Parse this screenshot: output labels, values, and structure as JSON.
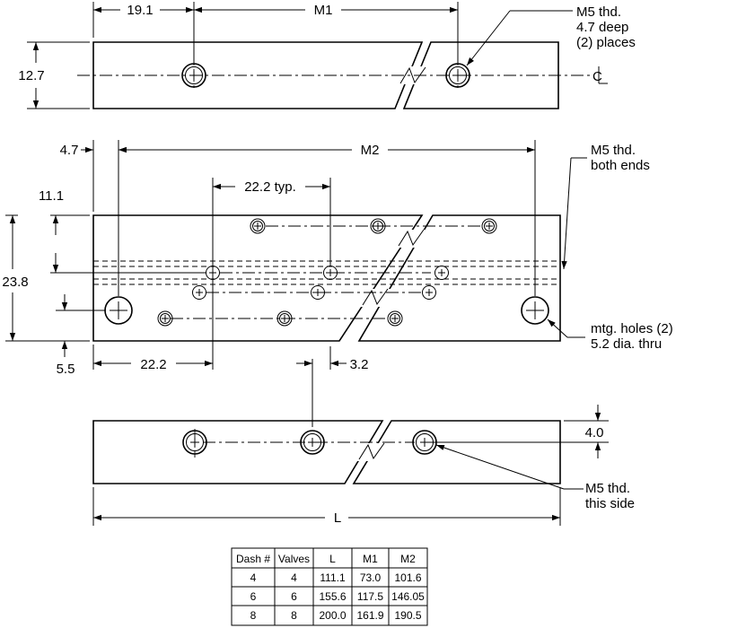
{
  "top_view": {
    "dim_left_offset": "19.1",
    "dim_hole_spacing": "M1",
    "dim_height": "12.7",
    "centerline_symbol": "C",
    "callout": [
      "M5 thd.",
      "4.7 deep",
      "(2) places"
    ]
  },
  "front_view": {
    "dim_end_offset": "4.7",
    "dim_mount_spacing": "M2",
    "dim_row_offset": "11.1",
    "dim_pitch": "22.2 typ.",
    "dim_height": "23.8",
    "dim_bottom_offset": "5.5",
    "dim_first_hole": "22.2",
    "dim_stagger": "3.2",
    "callout_ends": [
      "M5 thd.",
      "both ends"
    ],
    "callout_mount": [
      "mtg. holes (2)",
      "5.2 dia. thru"
    ]
  },
  "bottom_view": {
    "dim_offset": "4.0",
    "dim_length": "L",
    "callout": [
      "M5 thd.",
      "this side"
    ]
  },
  "table": {
    "headers": [
      "Dash #",
      "Valves",
      "L",
      "M1",
      "M2"
    ],
    "rows": [
      [
        "4",
        "4",
        "111.1",
        "73.0",
        "101.6"
      ],
      [
        "6",
        "6",
        "155.6",
        "117.5",
        "146.05"
      ],
      [
        "8",
        "8",
        "200.0",
        "161.9",
        "190.5"
      ]
    ]
  }
}
